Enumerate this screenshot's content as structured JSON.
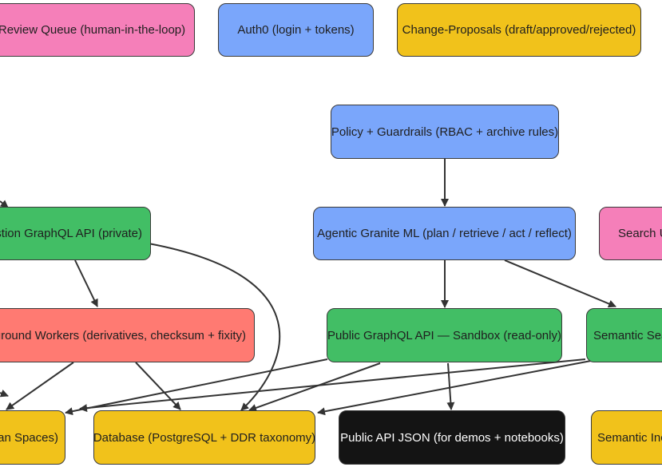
{
  "colors": {
    "pink": "#f57fb9",
    "blue": "#7aa6fb",
    "yellow": "#f1c21b",
    "green": "#42be65",
    "red": "#ff7a72",
    "black": "#141414",
    "edge": "#333333"
  },
  "nodes": {
    "review_queue": {
      "label": "Review Queue (human-in-the-loop)"
    },
    "auth0": {
      "label": "Auth0 (login + tokens)"
    },
    "change_proposals": {
      "label": "Change-Proposals (draft/approved/rejected)"
    },
    "policy_guardrails": {
      "label": "Policy + Guardrails (RBAC + archive rules)"
    },
    "ingestion_api": {
      "label": "estion GraphQL API (private)"
    },
    "agentic_ml": {
      "label": "Agentic Granite ML (plan / retrieve / act / reflect)"
    },
    "search_ui": {
      "label": "Search U"
    },
    "background_workers": {
      "label": "kground Workers (derivatives, checksum + fixity)"
    },
    "public_graphql_sandbox": {
      "label": "Public GraphQL API — Sandbox (read-only)"
    },
    "semantic_search": {
      "label": "Semantic Sea"
    },
    "spaces_storage": {
      "label": "ean Spaces)"
    },
    "database": {
      "label": "Database (PostgreSQL + DDR taxonomy)"
    },
    "public_api_json": {
      "label": "Public API JSON (for demos + notebooks)"
    },
    "semantic_index": {
      "label": "Semantic Inc"
    }
  }
}
